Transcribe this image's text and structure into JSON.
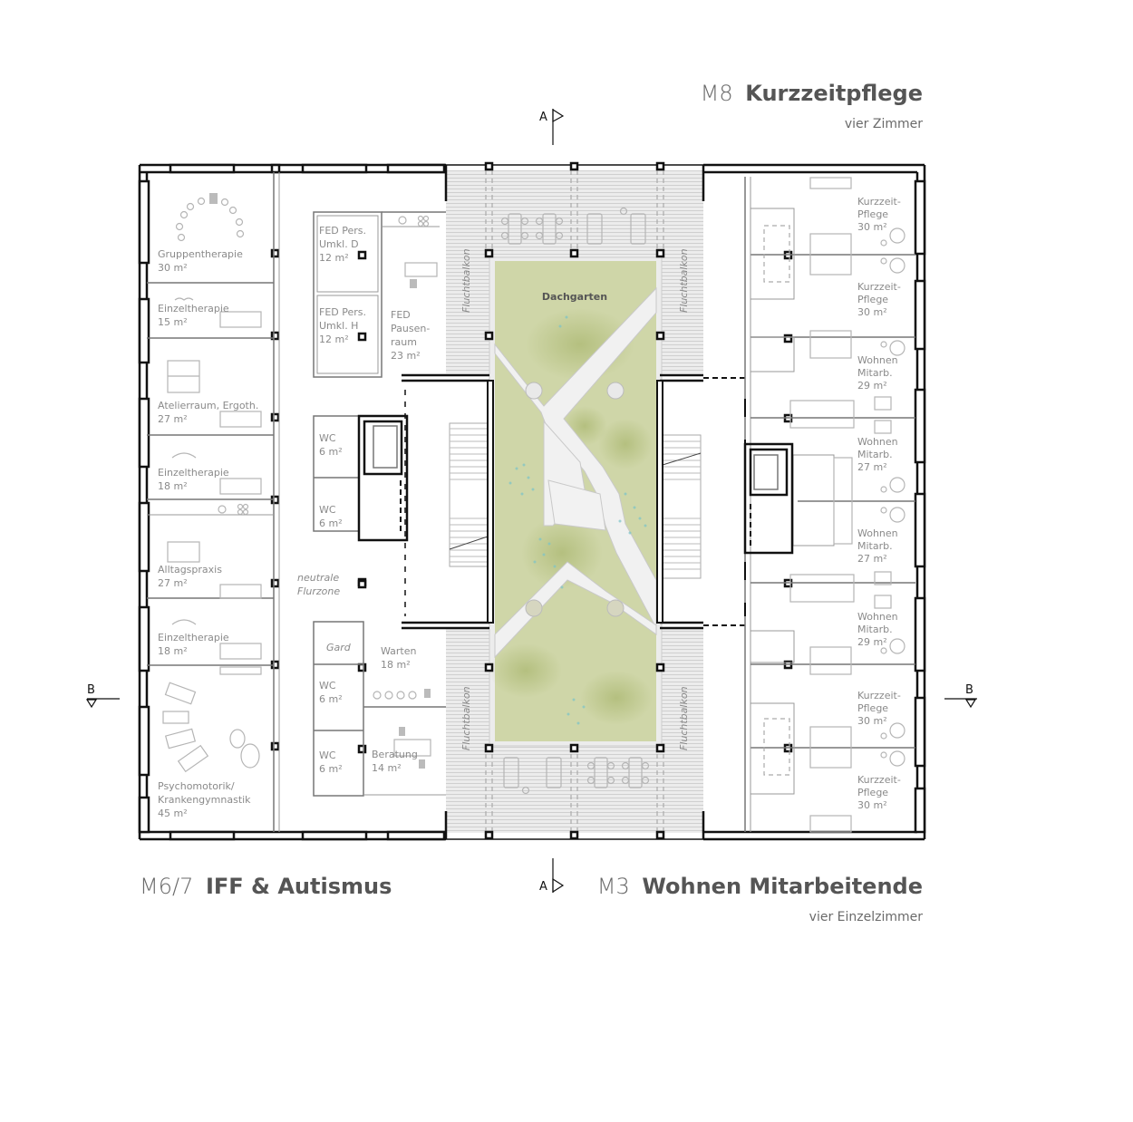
{
  "titles": {
    "top_right": {
      "code": "M8",
      "name": "Kurzzeitpflege",
      "sub": "vier Zimmer"
    },
    "bottom_left": {
      "code": "M6/7",
      "name": "IFF & Autismus"
    },
    "bottom_right": {
      "code": "M3",
      "name": "Wohnen Mitarbeitende",
      "sub": "vier Einzelzimmer"
    }
  },
  "section_markers": {
    "a_top": "A",
    "a_bottom": "A",
    "b_left": "B",
    "b_right": "B"
  },
  "left_wing": {
    "rooms": [
      {
        "name": "Gruppentherapie",
        "area": "30 m²"
      },
      {
        "name": "Einzeltherapie",
        "area": "15 m²"
      },
      {
        "name": "Atelierraum, Ergoth.",
        "area": "27 m²"
      },
      {
        "name": "Einzeltherapie",
        "area": "18 m²"
      },
      {
        "name": "Alltagspraxis",
        "area": "27 m²"
      },
      {
        "name": "Einzeltherapie",
        "area": "18 m²"
      },
      {
        "name_line1": "Psychomotorik/",
        "name_line2": "Krankengymnastik",
        "area": "45 m²"
      }
    ]
  },
  "center_left": {
    "fed_d": {
      "l1": "FED Pers.",
      "l2": "Umkl. D",
      "area": "12 m²"
    },
    "fed_h": {
      "l1": "FED Pers.",
      "l2": "Umkl. H",
      "area": "12 m²"
    },
    "fed_pause": {
      "l1": "FED",
      "l2": "Pausen-",
      "l3": "raum",
      "area": "23 m²"
    },
    "wc1": {
      "name": "WC",
      "area": "6 m²"
    },
    "wc2": {
      "name": "WC",
      "area": "6 m²"
    },
    "corridor": {
      "l1": "neutrale",
      "l2": "Flurzone"
    },
    "gard": "Gard",
    "warten": {
      "name": "Warten",
      "area": "18 m²"
    },
    "wc3": {
      "name": "WC",
      "area": "6 m²"
    },
    "wc4": {
      "name": "WC",
      "area": "6 m²"
    },
    "beratung": {
      "name": "Beratung",
      "area": "14 m²"
    }
  },
  "courtyard": {
    "garden": "Dachgarten",
    "balcony_labels": [
      "Fluchtbalkon",
      "Fluchtbalkon",
      "Fluchtbalkon",
      "Fluchtbalkon"
    ],
    "colors": {
      "grass": "#c9d3a0",
      "path": "#efefef",
      "deck": "#e4e4e4",
      "water_dots": "#7cc4c8"
    }
  },
  "right_wing": {
    "rooms": [
      {
        "l1": "Kurzzeit-",
        "l2": "Pflege",
        "area": "30 m²"
      },
      {
        "l1": "Kurzzeit-",
        "l2": "Pflege",
        "area": "30 m²"
      },
      {
        "l1": "Wohnen",
        "l2": "Mitarb.",
        "area": "29 m²"
      },
      {
        "l1": "Wohnen",
        "l2": "Mitarb.",
        "area": "27 m²"
      },
      {
        "l1": "Wohnen",
        "l2": "Mitarb.",
        "area": "27 m²"
      },
      {
        "l1": "Wohnen",
        "l2": "Mitarb.",
        "area": "29 m²"
      },
      {
        "l1": "Kurzzeit-",
        "l2": "Pflege",
        "area": "30 m²"
      },
      {
        "l1": "Kurzzeit-",
        "l2": "Pflege",
        "area": "30 m²"
      }
    ]
  }
}
